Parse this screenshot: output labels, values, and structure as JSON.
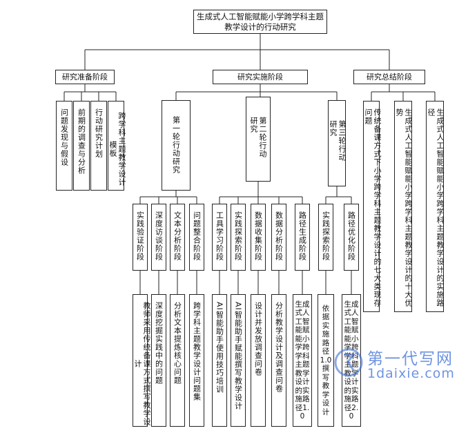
{
  "root": "生成式人工智能赋能小学跨学科主题\n教学设计的行动研究",
  "phases": {
    "prep": "研究准备阶段",
    "impl": "研究实施阶段",
    "summary": "研究总结阶段"
  },
  "prep_items": [
    "问题发现与假设",
    "前期的调查与分析",
    "行动研究计划",
    "跨学科主题教学设计模板"
  ],
  "rounds": [
    "第一轮行动研究",
    "第二轮行动研究",
    "第三轮行动研究"
  ],
  "summary_items": [
    "传统备课方式下小学跨学科主题教学设计的七大类现存问题",
    "生成式人工智能赋能小学跨学科主题教学设计的十大优势",
    "生成式人工智能赋能小学跨学科主题教学设计的实施路径"
  ],
  "stages": [
    "实践验证阶段",
    "深度访谈阶段",
    "文本分析阶段",
    "问题整合阶段",
    "工具学习阶段",
    "实践探索阶段",
    "数据收集阶段",
    "数据分析阶段",
    "路径生成阶段",
    "实践探索阶段",
    "路径优化阶段"
  ],
  "outcomes": [
    "教师采用传统备课方式撰写教学设计",
    "深度挖掘实践中的问题",
    "分析文本提炼核心问题",
    "跨学科主题教学设计问题集",
    "AI智能助手使用技巧培训",
    "AI智能助手赋能撰写教学设计",
    "设计并发放调查问卷",
    "分析教学设计及调查问卷",
    "生成式人工智能赋能小学跨学科主题教学设计的实施路径1.0",
    "依据实施路径1.0撰写教学设计",
    "生成式人工智能赋能小学跨学科主题教学设计的实施路径2.0"
  ],
  "watermark": {
    "cn": "第一代写网",
    "en": "1daixie.com"
  }
}
